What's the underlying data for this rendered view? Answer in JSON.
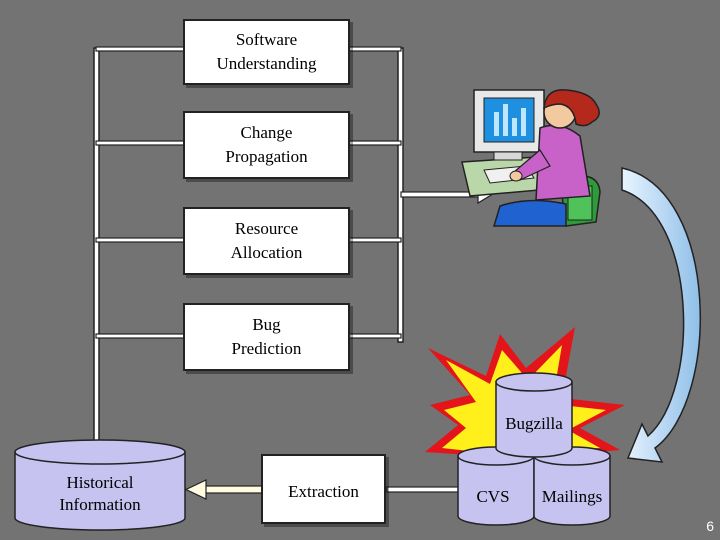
{
  "diagram": {
    "boxes": {
      "software_understanding": "Software\nUnderstanding",
      "change_propagation": "Change\nPropagation",
      "resource_allocation": "Resource\nAllocation",
      "bug_prediction": "Bug\nPrediction",
      "extraction": "Extraction"
    },
    "databases": {
      "historical_information": "Historical\nInformation",
      "bugzilla": "Bugzilla",
      "cvs": "CVS",
      "mailings": "Mailings"
    }
  },
  "footer": {
    "slide_number": "6"
  },
  "colors": {
    "background": "#737373",
    "cylinder": "#c7c3f0",
    "starburst_outer": "#e3151a",
    "starburst_inner": "#ffef1a",
    "curved_arrow": "#a9d3f5"
  }
}
